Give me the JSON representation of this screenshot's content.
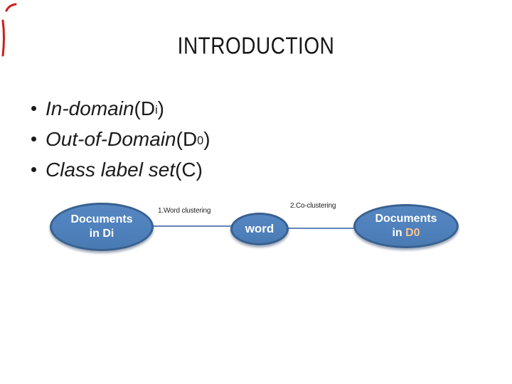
{
  "slide": {
    "title": "INTRODUCTION",
    "bullets": [
      {
        "lead": "In-domain",
        "paren": "(D",
        "sub": "i",
        "close": ")"
      },
      {
        "lead": "Out-of-Domain",
        "paren": "(D",
        "sub": "0",
        "close": ")"
      },
      {
        "lead": "Class label set",
        "paren": "(C",
        "sub": "",
        "close": ")"
      }
    ]
  },
  "diagram": {
    "nodes": {
      "docs_di": {
        "line1": "Documents",
        "line2": "in Di"
      },
      "word": {
        "label": "word"
      },
      "docs_d0": {
        "line1": "Documents",
        "line2_prefix": "in ",
        "line2_highlight": "D0"
      }
    },
    "edge_labels": {
      "first": "1.Word clustering",
      "second": "2.Co-clustering"
    },
    "colors": {
      "node_fill": "#4f81bd",
      "node_border": "#38618f",
      "connector": "#6286b6",
      "d0_text": "#fac090"
    }
  },
  "annotations": {
    "pen_color": "#cf1d1d"
  }
}
